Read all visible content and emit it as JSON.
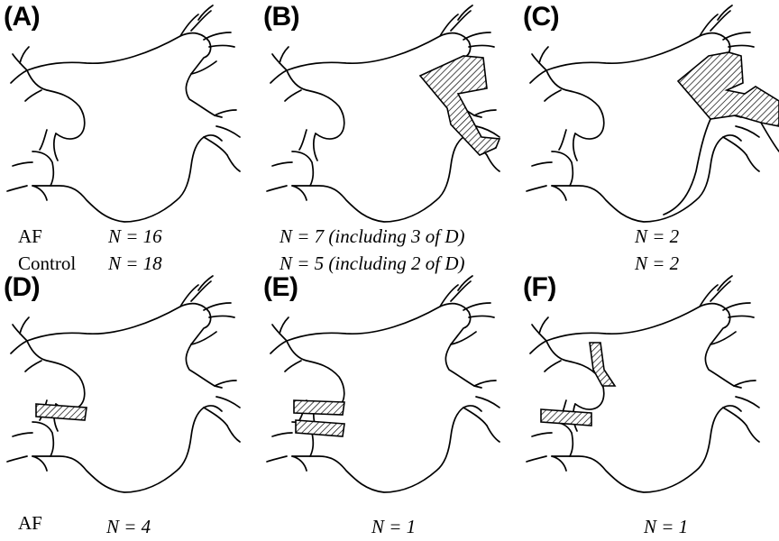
{
  "panels": [
    {
      "letter": "(A)",
      "captions": [
        {
          "prefix": "AF",
          "text": "N = 16"
        },
        {
          "prefix": "Control",
          "text": "N = 18"
        }
      ]
    },
    {
      "letter": "(B)",
      "captions": [
        {
          "prefix": "",
          "text": "N = 7 (including 3 of D)"
        },
        {
          "prefix": "",
          "text": "N = 5 (including 2 of D)"
        }
      ]
    },
    {
      "letter": "(C)",
      "captions": [
        {
          "prefix": "",
          "text": "N = 2"
        },
        {
          "prefix": "",
          "text": "N = 2"
        }
      ]
    },
    {
      "letter": "(D)",
      "captions": [
        {
          "prefix": "AF",
          "text": "N = 4"
        }
      ]
    },
    {
      "letter": "(E)",
      "captions": [
        {
          "prefix": "",
          "text": "N = 1"
        }
      ]
    },
    {
      "letter": "(F)",
      "captions": [
        {
          "prefix": "",
          "text": "N = 1"
        }
      ]
    }
  ],
  "colors": {
    "line": "#000000",
    "background": "#ffffff",
    "hatch": "#000000"
  }
}
